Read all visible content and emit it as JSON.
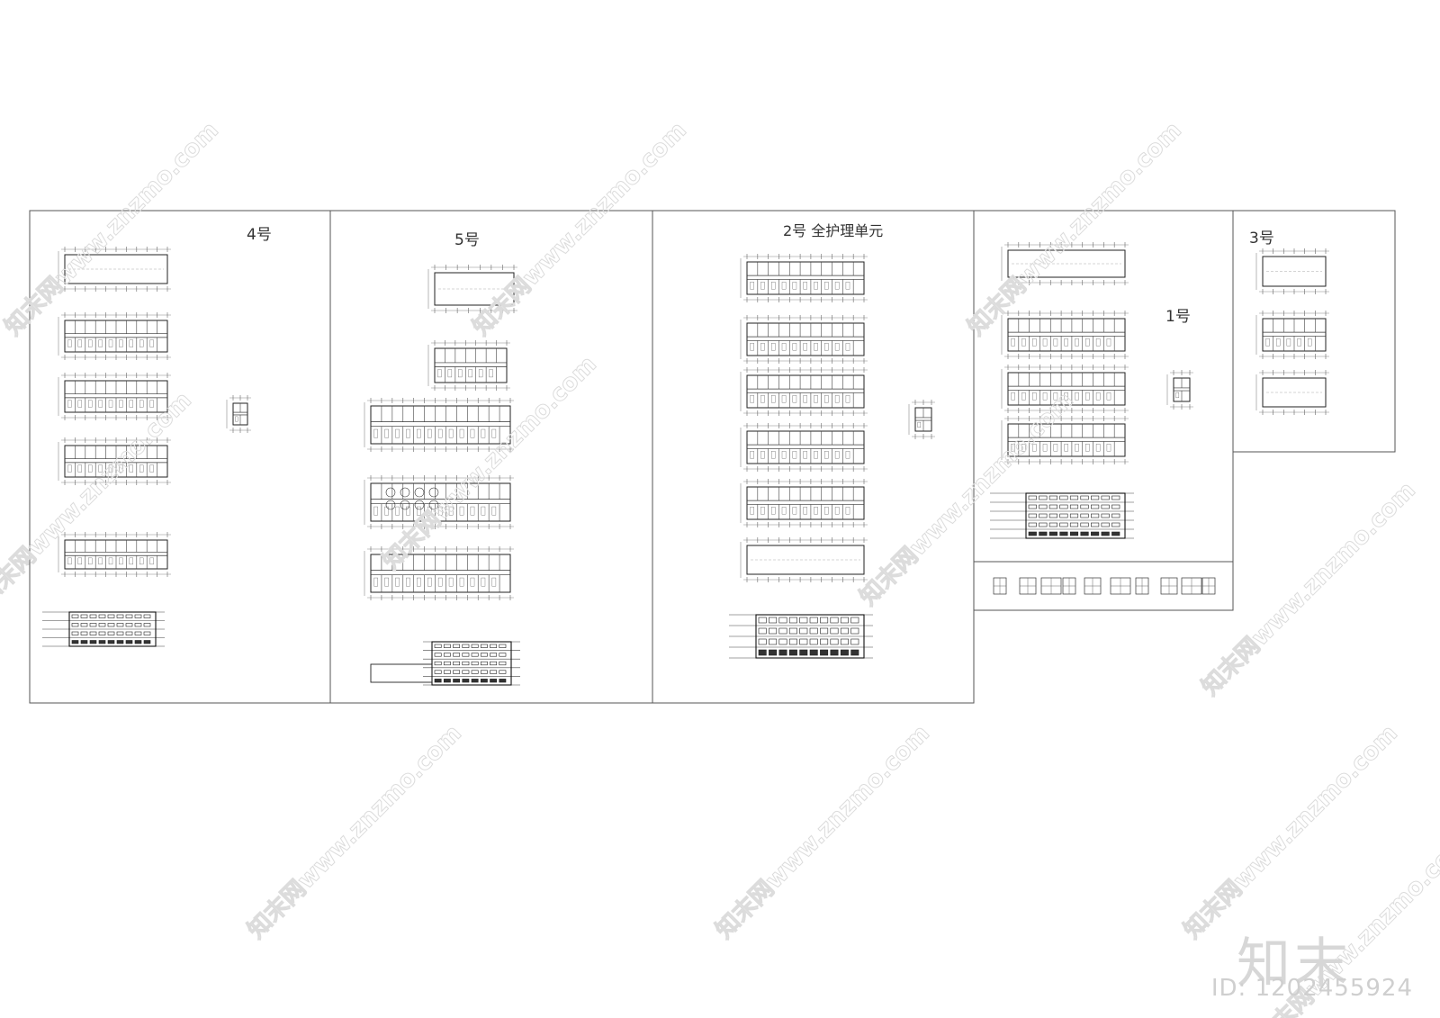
{
  "panels": [
    {
      "id": "panel-4",
      "label": "4号"
    },
    {
      "id": "panel-5",
      "label": "5号"
    },
    {
      "id": "panel-2",
      "label": "2号  全护理单元"
    },
    {
      "id": "panel-1",
      "label": "1号"
    },
    {
      "id": "panel-3",
      "label": "3号"
    }
  ],
  "watermark": {
    "brand": "知末",
    "id_text": "ID: 1202455924",
    "site": "知末网www.znzmo.com"
  }
}
